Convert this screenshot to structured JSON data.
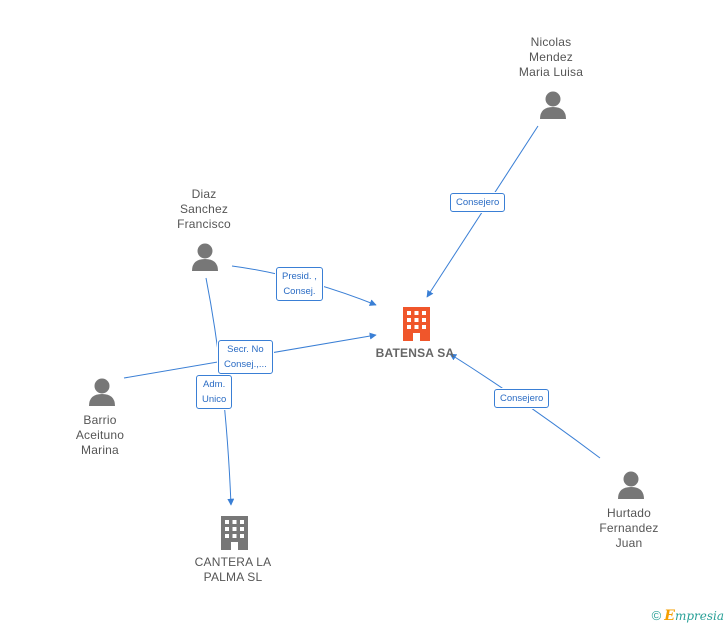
{
  "nodes": {
    "batensa": {
      "label": "BATENSA SA",
      "kind": "company",
      "color": "#f0562b",
      "icon": "building-icon"
    },
    "cantera": {
      "label": "CANTERA LA\nPALMA SL",
      "kind": "company",
      "color": "#777777",
      "icon": "building-icon"
    },
    "nicolas": {
      "label": "Nicolas\nMendez\nMaria Luisa",
      "kind": "person",
      "color": "#777777",
      "icon": "person-icon"
    },
    "diaz": {
      "label": "Diaz\nSanchez\nFrancisco",
      "kind": "person",
      "color": "#777777",
      "icon": "person-icon"
    },
    "barrio": {
      "label": "Barrio\nAceituno\nMarina",
      "kind": "person",
      "color": "#777777",
      "icon": "person-icon"
    },
    "hurtado": {
      "label": "Hurtado\nFernandez\nJuan",
      "kind": "person",
      "color": "#777777",
      "icon": "person-icon"
    }
  },
  "edges": {
    "nicolas_batensa": "Consejero",
    "diaz_batensa": "Presid. ,\nConsej.",
    "barrio_batensa": "Secr. No\nConsej.,...",
    "diaz_cantera": "Adm.\nUnico",
    "hurtado_batensa": "Consejero"
  },
  "colors": {
    "edge": "#3a7fd5",
    "edge_label_text": "#2b6cc4"
  },
  "footer": {
    "copyright": "©",
    "brand_initial": "E",
    "brand_rest": "mpresia"
  }
}
